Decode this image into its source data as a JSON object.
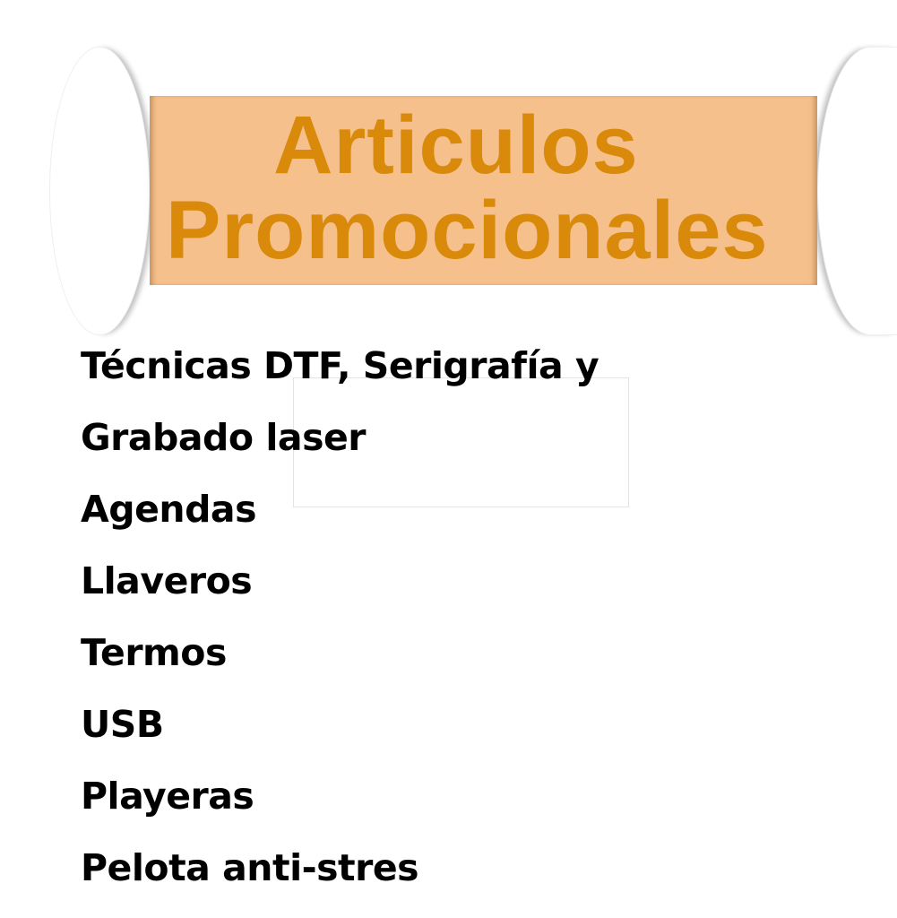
{
  "banner": {
    "line1": "Articulos",
    "line2": "Promocionales",
    "background": "#f6c08c",
    "text_color": "#d98a0a"
  },
  "items": [
    "Técnicas DTF, Serigrafía y",
    "Grabado laser",
    "Agendas",
    "Llaveros",
    "Termos",
    "USB",
    "Playeras",
    "Pelota anti-stres"
  ]
}
